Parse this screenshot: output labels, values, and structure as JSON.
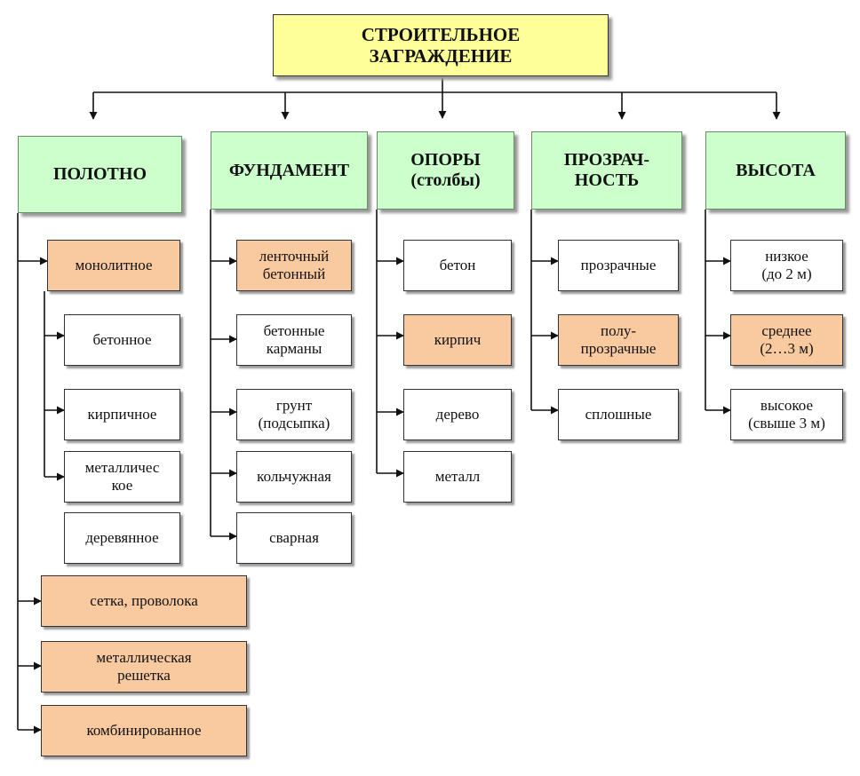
{
  "title": "СТРОИТЕЛЬНОЕ\nЗАГРАЖДЕНИЕ",
  "colors": {
    "title_fill": "#ffff99",
    "header_fill": "#ccffcc",
    "highlight_fill": "#f9c9a0",
    "plain_fill": "#ffffff",
    "line": "#111111"
  },
  "categories": [
    {
      "label": "ПОЛОТНО",
      "items": [
        {
          "label": "монолитное",
          "highlight": true
        },
        {
          "label": "бетонное",
          "highlight": false
        },
        {
          "label": "кирпичное",
          "highlight": false
        },
        {
          "label": "металличес\nкое",
          "highlight": false
        },
        {
          "label": "деревянное",
          "highlight": false
        },
        {
          "label": "сетка, проволока",
          "highlight": true
        },
        {
          "label": "металлическая\nрешетка",
          "highlight": true
        },
        {
          "label": "комбинированное",
          "highlight": true
        }
      ]
    },
    {
      "label": "ФУНДАМЕНТ",
      "items": [
        {
          "label": "ленточный\nбетонный",
          "highlight": true
        },
        {
          "label": "бетонные\nкарманы",
          "highlight": false
        },
        {
          "label": "грунт\n(подсыпка)",
          "highlight": false
        },
        {
          "label": "кольчужная",
          "highlight": false
        },
        {
          "label": "сварная",
          "highlight": false
        }
      ]
    },
    {
      "label": "ОПОРЫ\n(столбы)",
      "items": [
        {
          "label": "бетон",
          "highlight": false
        },
        {
          "label": "кирпич",
          "highlight": true
        },
        {
          "label": "дерево",
          "highlight": false
        },
        {
          "label": "металл",
          "highlight": false
        }
      ]
    },
    {
      "label": "ПРОЗРАЧ-\nНОСТЬ",
      "items": [
        {
          "label": "прозрачные",
          "highlight": false
        },
        {
          "label": "полу-\nпрозрачные",
          "highlight": true
        },
        {
          "label": "сплошные",
          "highlight": false
        }
      ]
    },
    {
      "label": "ВЫСОТА",
      "items": [
        {
          "label": "низкое\n(до 2 м)",
          "highlight": false
        },
        {
          "label": "среднее\n(2…3 м)",
          "highlight": true
        },
        {
          "label": "высокое\n(свыше 3 м)",
          "highlight": false
        }
      ]
    }
  ]
}
